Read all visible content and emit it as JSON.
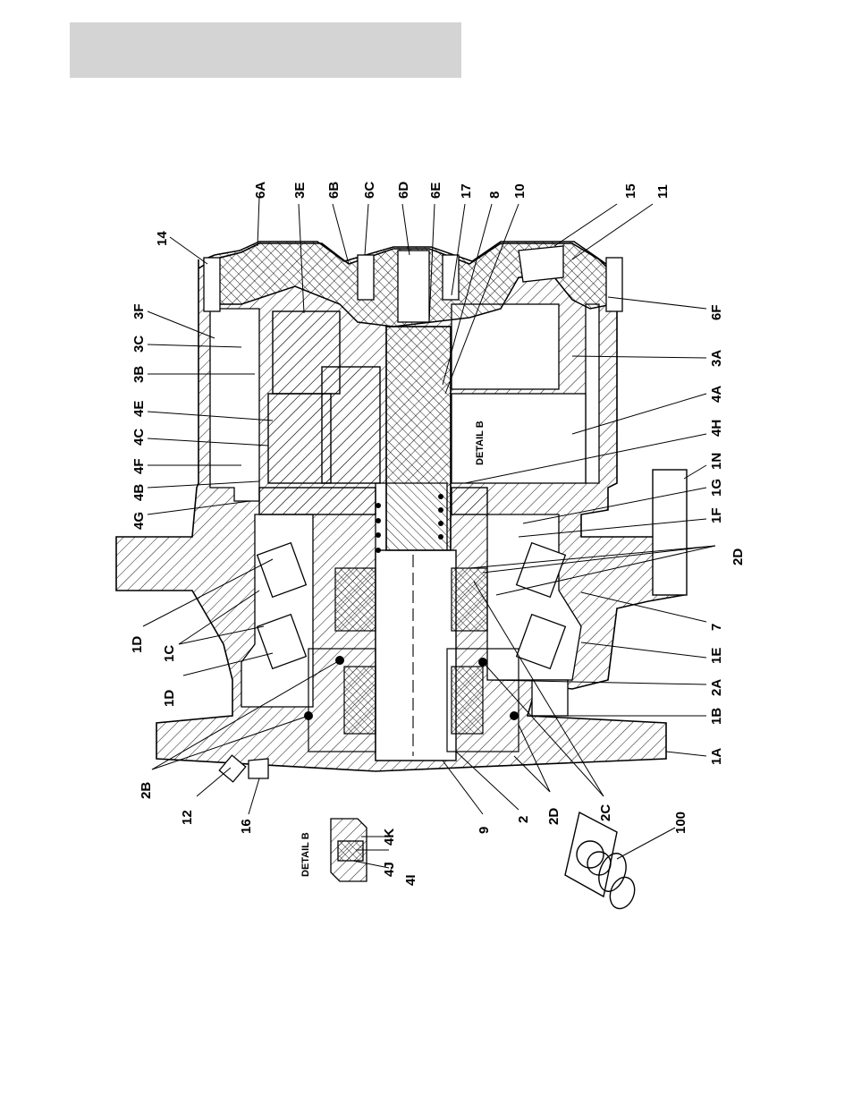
{
  "header": {
    "fill": "#d4d4d4"
  },
  "diagram": {
    "labels_top": [
      "6A",
      "3E",
      "6B",
      "6C",
      "6D",
      "6E",
      "17",
      "8",
      "10",
      "15",
      "11",
      "14"
    ],
    "labels_left": [
      "3F",
      "3C",
      "3B",
      "4E",
      "4C",
      "4F",
      "4B",
      "4G",
      "1D",
      "1C",
      "1D",
      "2B",
      "12",
      "16"
    ],
    "labels_right": [
      "6F",
      "3A",
      "4A",
      "4H",
      "1N",
      "1G",
      "1F",
      "2D",
      "7",
      "1E",
      "2A",
      "1B",
      "1A"
    ],
    "labels_bottom": [
      "9",
      "2",
      "2D",
      "2C",
      "100"
    ],
    "detail_inner_label": "DETAIL B",
    "detail_box_title": "DETAIL B",
    "detail_labels": [
      "4K",
      "4J",
      "4I"
    ]
  }
}
